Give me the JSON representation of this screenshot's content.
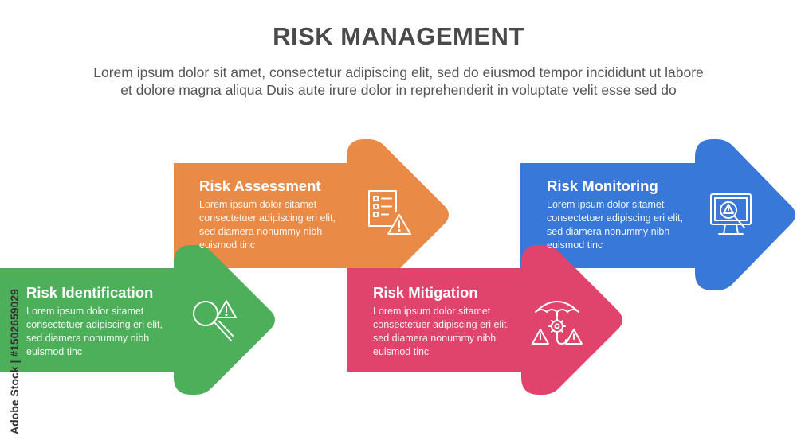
{
  "header": {
    "title": "RISK MANAGEMENT",
    "subtitle_line1": "Lorem ipsum dolor sit amet, consectetur adipiscing elit, sed do eiusmod tempor incididunt ut labore",
    "subtitle_line2": "et dolore magna aliqua Duis aute irure dolor in reprehenderit in voluptate velit esse sed do"
  },
  "steps": [
    {
      "title": "Risk Identification",
      "body": "Lorem ipsum dolor sitamet consectetuer adipiscing eri elit, sed diamera nonummy nibh euismod tinc",
      "color": "#4eaf5b",
      "icon": "magnifier-warning-icon"
    },
    {
      "title": "Risk Assessment",
      "body": "Lorem ipsum dolor sitamet consectetuer adipiscing eri elit, sed diamera nonummy nibh euismod tinc",
      "color": "#e98a46",
      "icon": "checklist-warning-icon"
    },
    {
      "title": "Risk Mitigation",
      "body": "Lorem ipsum dolor sitamet consectetuer adipiscing eri elit, sed diamera nonummy nibh euismod tinc",
      "color": "#e0436c",
      "icon": "umbrella-gear-icon"
    },
    {
      "title": "Risk Monitoring",
      "body": "Lorem ipsum dolor sitamet consectetuer adipiscing eri elit, sed diamera nonummy nibh euismod tinc",
      "color": "#3878d8",
      "icon": "monitor-warning-icon"
    }
  ],
  "watermark": "Adobe Stock | #1502659029"
}
